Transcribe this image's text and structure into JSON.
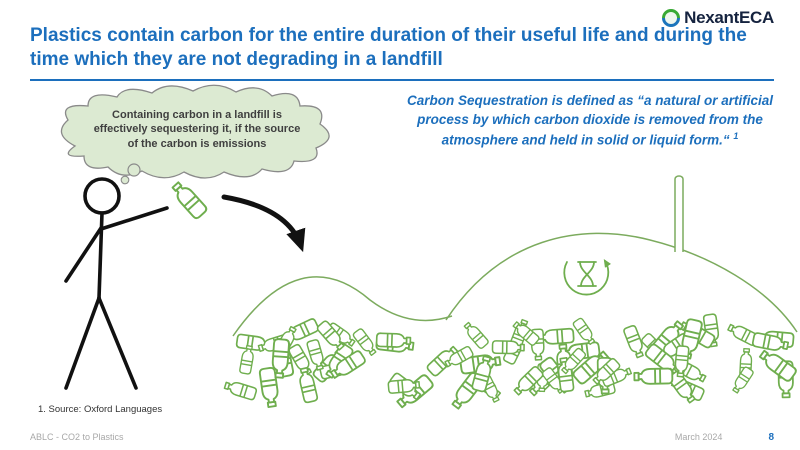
{
  "logo": {
    "brand": "Nexant",
    "suffix": "ECA"
  },
  "header": {
    "title": "Plastics contain carbon for the entire duration of their useful life and during the time which they are not degrading in a landfill"
  },
  "illustration": {
    "thought_bubble_text": "Containing carbon in a landfill is effectively sequestering it, if the source of the carbon is emissions"
  },
  "definition": {
    "text": "Carbon Sequestration is defined as “a natural or artificial process by which carbon dioxide is removed from the atmosphere and held in solid or liquid form.“",
    "footnote_marker": "1"
  },
  "footnote": {
    "text": "1. Source: Oxford Languages"
  },
  "footer": {
    "left": "ABLC - CO2 to Plastics",
    "date": "March 2024",
    "page": "8"
  },
  "colors": {
    "title_blue": "#1c6fbd",
    "green": "#6fae4e",
    "bubble_fill": "#dcead2",
    "footer_gray": "#a8a8a8",
    "logo_navy": "#15233f"
  }
}
